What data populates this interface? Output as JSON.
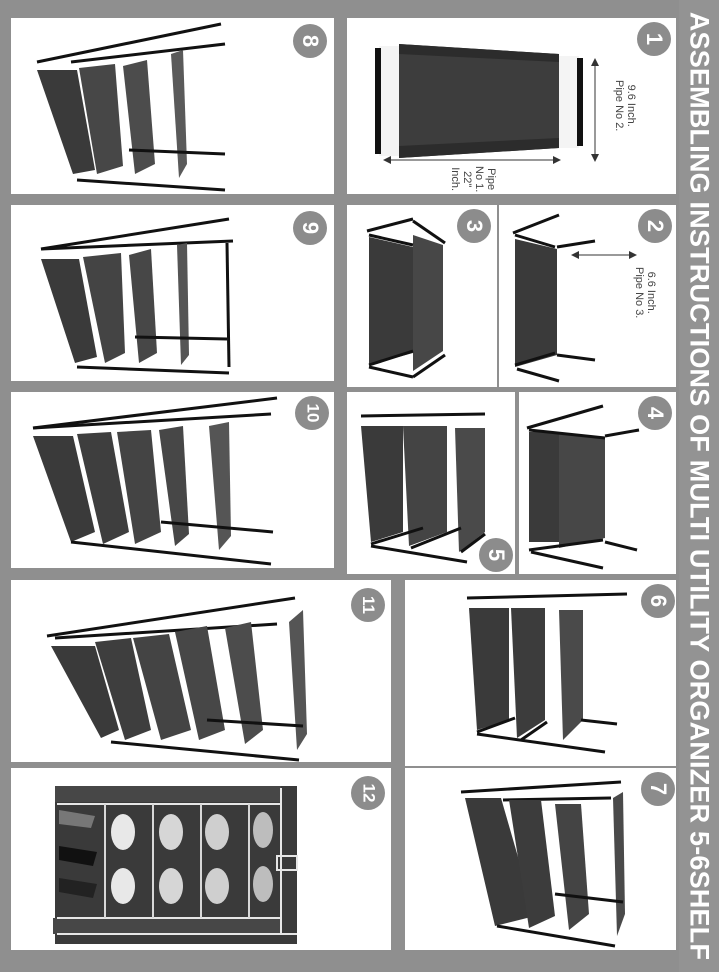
{
  "document": {
    "title": "ASSEMBLING INSTRUCTIONS OF MULTI UTILITY ORGANIZER 5-6SHELF",
    "orientation": "rotated 90deg clockwise",
    "colors": {
      "background": "#8f8f8f",
      "panel": "#ffffff",
      "badge": "#8c8c8c",
      "fabric": "#3a3a3a",
      "pipe": "#111111",
      "connector": "#e8e8e8"
    }
  },
  "steps": [
    {
      "number": "1",
      "labels": {
        "pipe2": [
          "9.6 Inch.",
          "Pipe No 2."
        ],
        "pipe1": [
          "Pipe",
          "No 1.",
          "22\"",
          "Inch."
        ]
      }
    },
    {
      "number": "2",
      "labels": {
        "pipe3": [
          "6.6 Inch.",
          "Pipe No 3."
        ]
      }
    },
    {
      "number": "3"
    },
    {
      "number": "4"
    },
    {
      "number": "5"
    },
    {
      "number": "6"
    },
    {
      "number": "7"
    },
    {
      "number": "8"
    },
    {
      "number": "9"
    },
    {
      "number": "10"
    },
    {
      "number": "11"
    },
    {
      "number": "12"
    }
  ]
}
